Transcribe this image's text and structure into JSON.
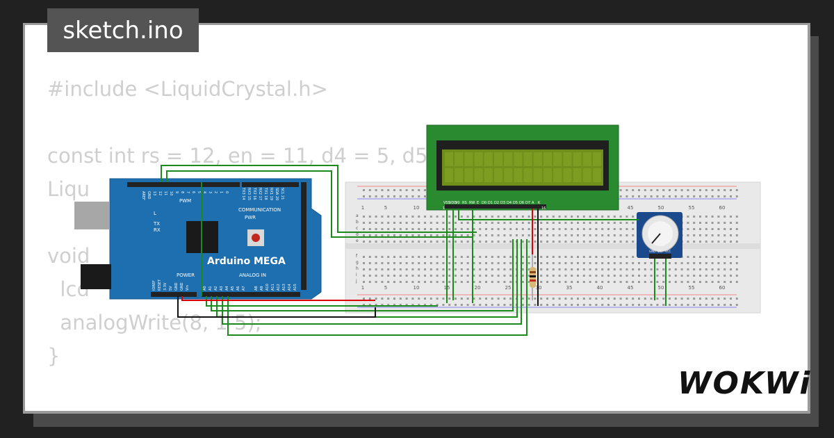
{
  "title": "sketch.ino",
  "code_lines": [
    "#include <LiquidCrystal.h>",
    "",
    "const int rs = 12, en = 11, d4 = 5, d5 =",
    "Liqu",
    "",
    "void",
    "  lcd",
    "  analogWrite(8, 1 5);",
    "}",
    "",
    "  ..."
  ],
  "board": {
    "name": "Arduino MEGA",
    "labels": {
      "pwm": "PWM",
      "communication": "COMMUNICATION",
      "power": "POWER",
      "analog_in": "ANALOG IN",
      "pwr": "PWR",
      "l": "L",
      "tx": "TX",
      "rx": "RX"
    },
    "top_pins": [
      "AREF",
      "GND",
      "13",
      "12",
      "11",
      "10",
      "9",
      "8",
      "7",
      "6",
      "5",
      "4",
      "3",
      "2",
      "1",
      "0"
    ],
    "comm_pins": [
      "TX3 14",
      "RX3 15",
      "TX2 16",
      "RX2 17",
      "TX1 18",
      "RX1 19",
      "SDA 20",
      "SCL 21"
    ],
    "power_pins": [
      "IOREF",
      "RESET",
      "3.3V",
      "5V",
      "GND",
      "GND",
      "Vin"
    ],
    "analog_pins": [
      "A0",
      "A1",
      "A2",
      "A3",
      "A4",
      "A5",
      "A6",
      "A7",
      "A8",
      "A9",
      "A10",
      "A11",
      "A12",
      "A13",
      "A14",
      "A15"
    ]
  },
  "lcd": {
    "pin_labels": [
      "VSS",
      "VDD",
      "V0",
      "RS",
      "RW",
      "E",
      "D0",
      "D1",
      "D2",
      "D3",
      "D4",
      "D5",
      "D6",
      "D7",
      "A",
      "K"
    ],
    "pin_first": "1",
    "pin_last": "16"
  },
  "breadboard": {
    "col_numbers": [
      "1",
      "5",
      "10",
      "15",
      "20",
      "25",
      "30",
      "35",
      "40",
      "45",
      "50",
      "55",
      "60"
    ],
    "rows_top": [
      "a",
      "b",
      "c",
      "d",
      "e"
    ],
    "rows_bottom": [
      "f",
      "g",
      "h",
      "i",
      "j"
    ]
  },
  "potentiometer": {
    "pins": [
      "GND",
      "SIG",
      "VCC"
    ]
  },
  "logo": "WOKWi",
  "colors": {
    "background": "#212121",
    "card": "#ffffff",
    "badge": "#545454",
    "board": "#1e6fb0",
    "lcd_frame": "#2a8a2f",
    "lcd_screen": "#6f8f1a",
    "wire_green": "#1a8a1a",
    "wire_red": "#dd0000",
    "wire_black": "#111111",
    "pot_board": "#1a4a8c"
  }
}
